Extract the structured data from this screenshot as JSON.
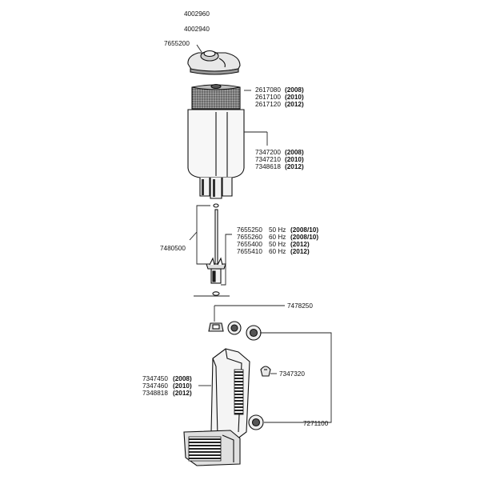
{
  "labels": {
    "lid_top": {
      "num": "4002960",
      "yr": ""
    },
    "lid_top2": {
      "num": "4002940",
      "yr": ""
    },
    "lid_knob": {
      "num": "7655200",
      "yr": ""
    },
    "foam_1": {
      "num": "2617080",
      "yr": "(2008)"
    },
    "foam_2": {
      "num": "2617100",
      "yr": "(2010)"
    },
    "foam_3": {
      "num": "2617120",
      "yr": "(2012)"
    },
    "housing_1": {
      "num": "7347200",
      "yr": "(2008)"
    },
    "housing_2": {
      "num": "7347210",
      "yr": "(2010)"
    },
    "housing_3": {
      "num": "7348618",
      "yr": "(2012)"
    },
    "axle": {
      "num": "7480500",
      "yr": ""
    },
    "impeller_1": {
      "num": "7655250",
      "hz": "50 Hz",
      "yr": "(2008/10)"
    },
    "impeller_2": {
      "num": "7655260",
      "hz": "60 Hz",
      "yr": "(2008/10)"
    },
    "impeller_3": {
      "num": "7655400",
      "hz": "50 Hz",
      "yr": "(2012)"
    },
    "impeller_4": {
      "num": "7655410",
      "hz": "60 Hz",
      "yr": "(2012)"
    },
    "nozzle": {
      "num": "7478250",
      "yr": ""
    },
    "clip": {
      "num": "7347320",
      "yr": ""
    },
    "cups": {
      "num": "7271100",
      "yr": ""
    },
    "motor_1": {
      "num": "7347450",
      "yr": "(2008)"
    },
    "motor_2": {
      "num": "7347460",
      "yr": "(2010)"
    },
    "motor_3": {
      "num": "7348818",
      "yr": "(2012)"
    }
  }
}
